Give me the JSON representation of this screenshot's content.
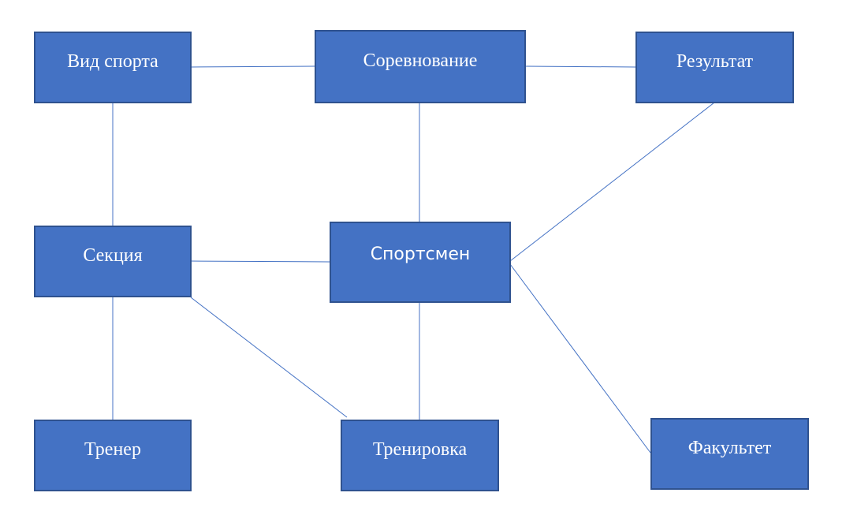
{
  "colors": {
    "fill": "#4472C4",
    "border": "#2F528F",
    "line": "#4472C4"
  },
  "nodes": {
    "sport": "Вид спорта",
    "competition": "Соревнование",
    "result": "Результат",
    "section": "Секция",
    "athlete": "Спортсмен",
    "coach": "Тренер",
    "training": "Тренировка",
    "faculty": "Факультет"
  },
  "edges": [
    [
      "sport",
      "competition"
    ],
    [
      "competition",
      "result"
    ],
    [
      "sport",
      "section"
    ],
    [
      "competition",
      "athlete"
    ],
    [
      "result",
      "athlete"
    ],
    [
      "section",
      "athlete"
    ],
    [
      "section",
      "coach"
    ],
    [
      "section",
      "training"
    ],
    [
      "athlete",
      "training"
    ],
    [
      "athlete",
      "faculty"
    ]
  ]
}
